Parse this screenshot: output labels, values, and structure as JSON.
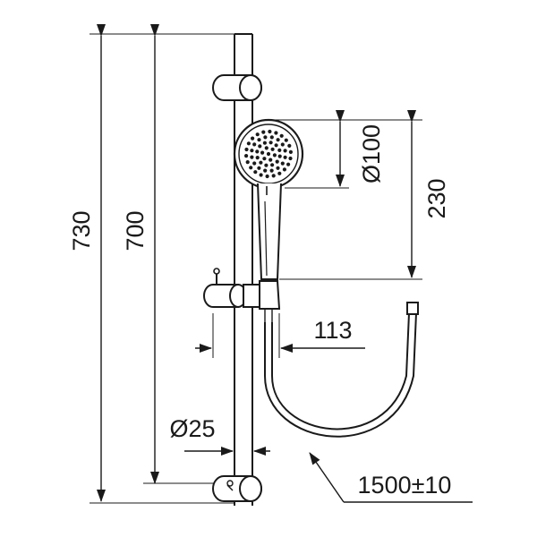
{
  "dimensions": {
    "total_height": "730",
    "rail_length": "700",
    "head_diameter": "Ø100",
    "head_to_holder": "230",
    "holder_projection": "113",
    "rail_diameter": "Ø25",
    "hose_length": "1500±10"
  }
}
